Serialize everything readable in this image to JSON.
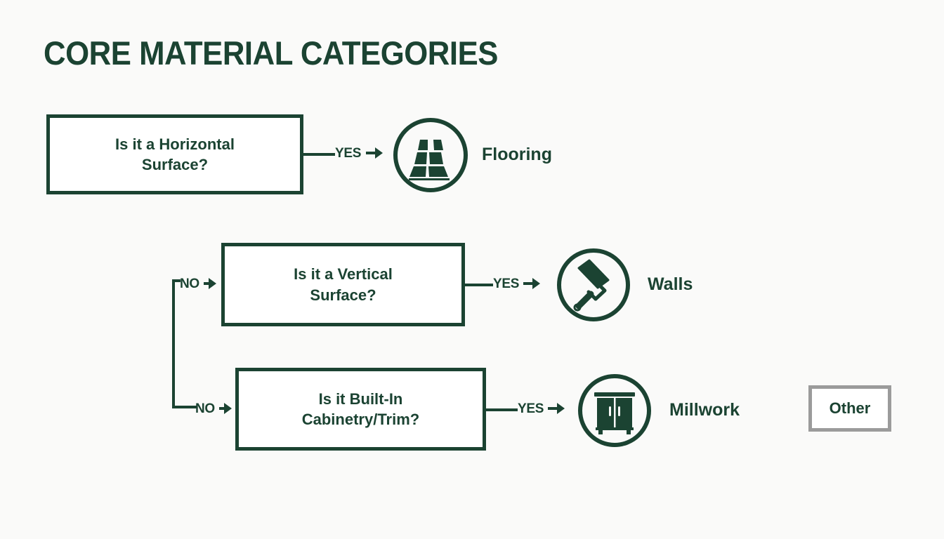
{
  "slide": {
    "title": "CORE MATERIAL CATEGORIES",
    "background_color": "#fafaf9",
    "accent_color": "#1b4332",
    "muted_border_color": "#9b9b9b"
  },
  "flowchart": {
    "decisions": [
      {
        "id": "horizontal-surface",
        "line1": "Is it a Horizontal",
        "line2": "Surface?",
        "text": "Is it a Horizontal Surface?"
      },
      {
        "id": "vertical-surface",
        "line1": "Is it a Vertical",
        "line2": "Surface?",
        "text": "Is it a Vertical Surface?"
      },
      {
        "id": "built-in-cabinetry",
        "line1": "Is it Built-In",
        "line2": "Cabinetry/Trim?",
        "text": "Is it Built-In Cabinetry/Trim?"
      }
    ],
    "branch_labels": {
      "yes": "YES",
      "no": "NO"
    },
    "outcomes": [
      {
        "id": "flooring",
        "label": "Flooring",
        "icon": "flooring-planks-icon"
      },
      {
        "id": "walls",
        "label": "Walls",
        "icon": "paint-roller-icon"
      },
      {
        "id": "millwork",
        "label": "Millwork",
        "icon": "cabinet-icon"
      }
    ],
    "other": {
      "label": "Other"
    }
  }
}
